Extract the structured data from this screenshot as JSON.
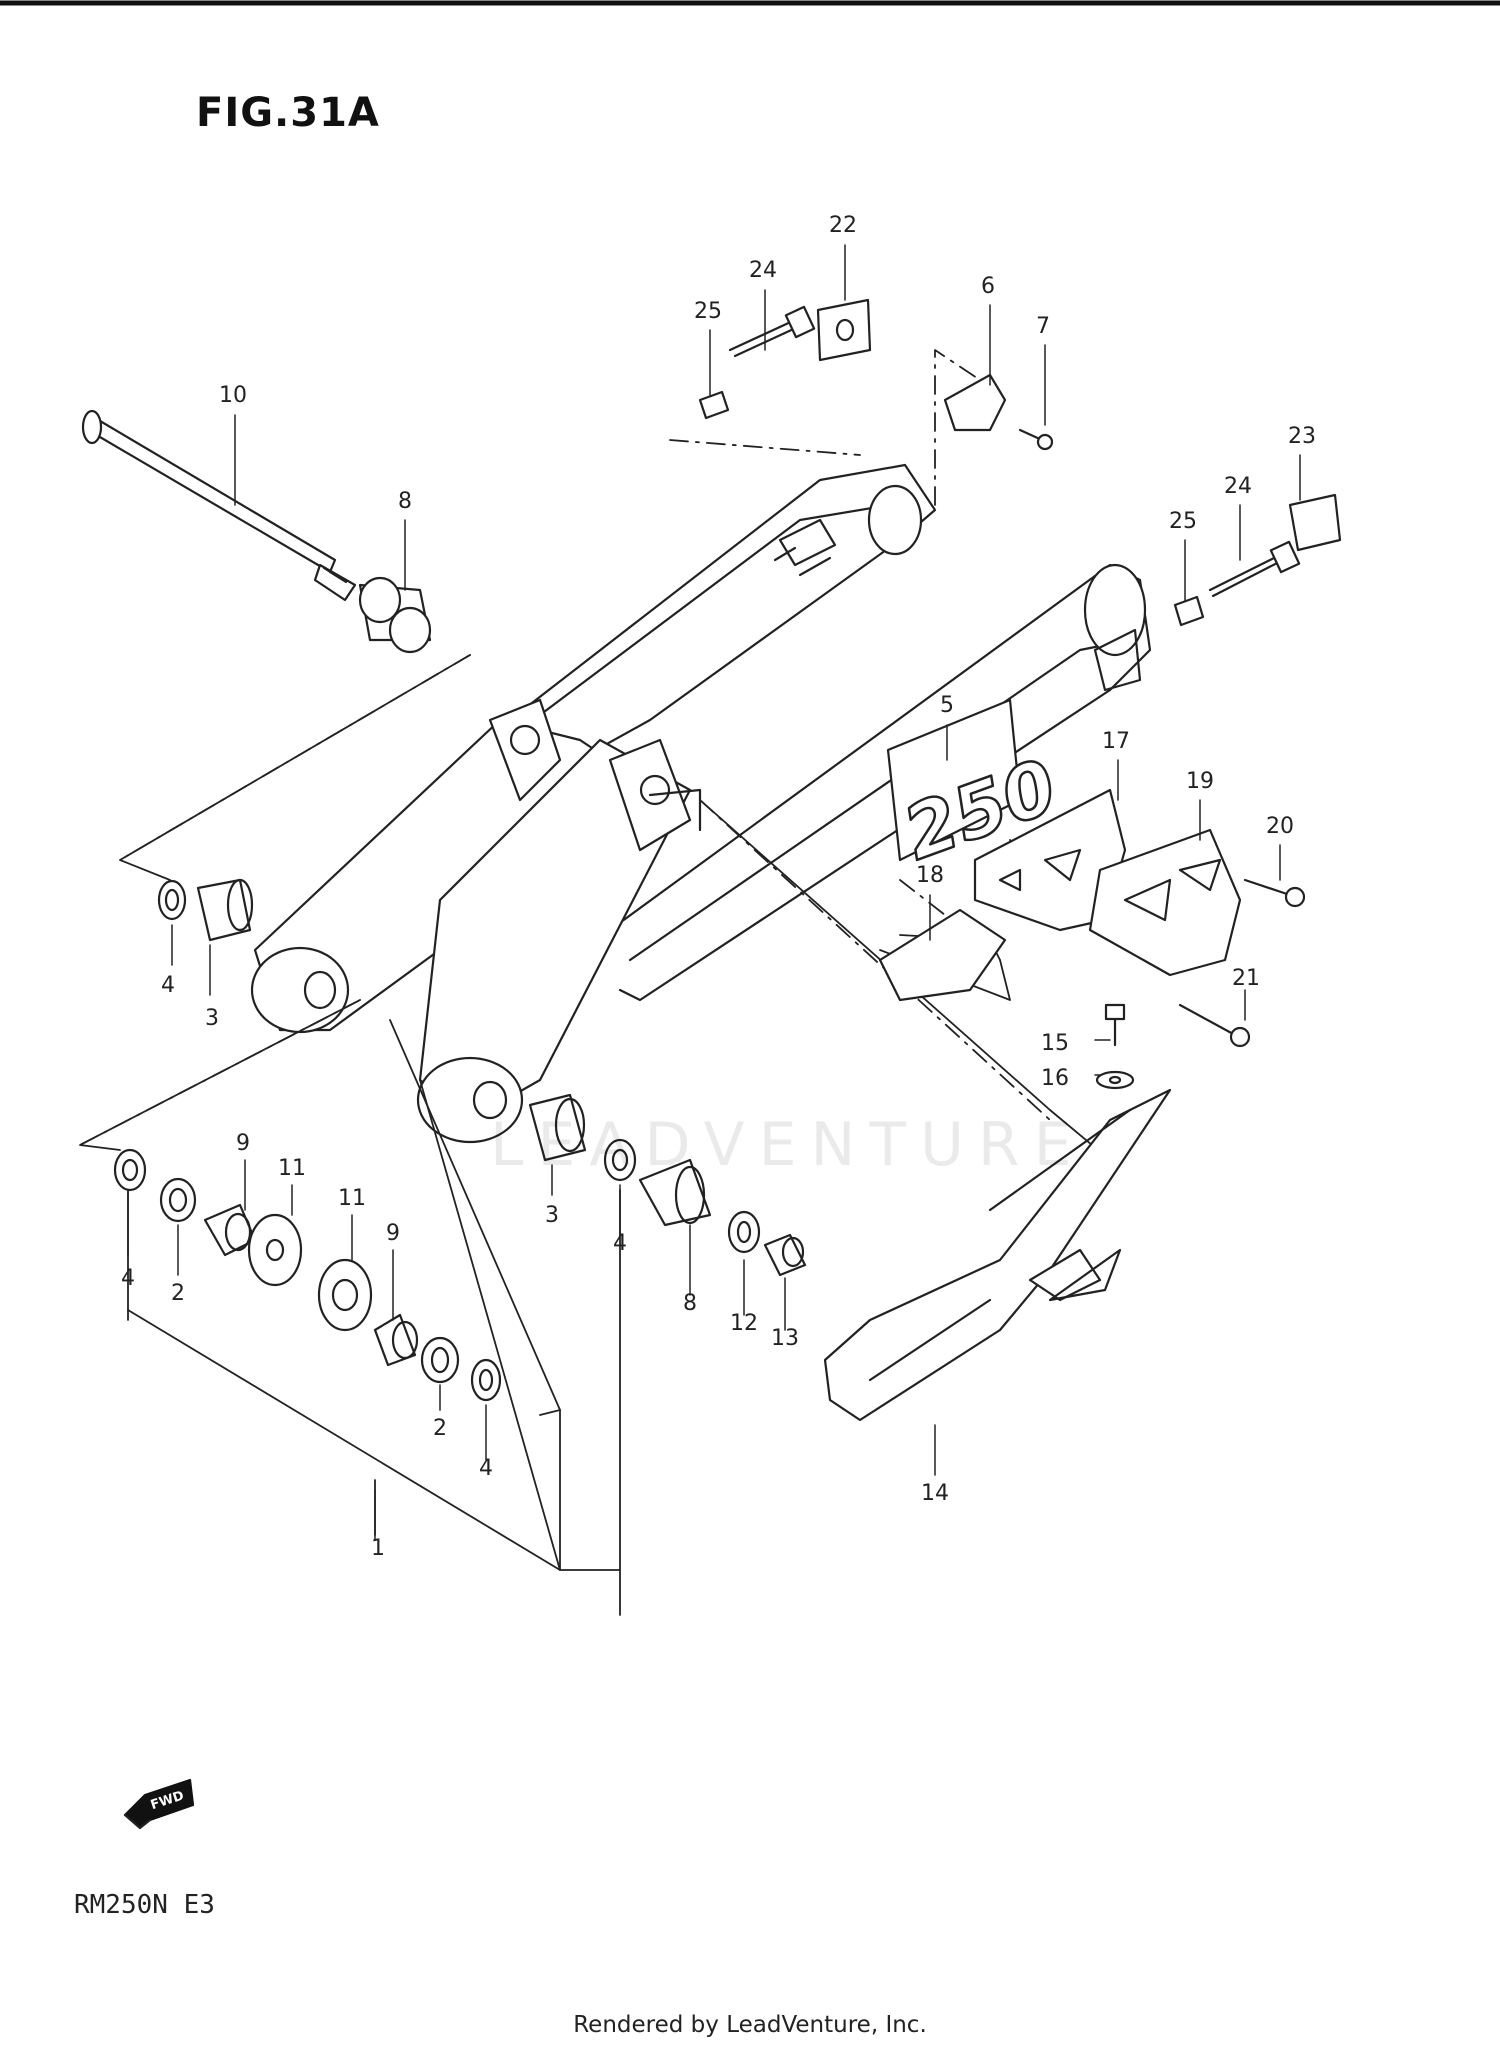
{
  "figure": {
    "title": "FIG.31A",
    "model": "RM250N  E3",
    "footer": "Rendered by LeadVenture, Inc.",
    "watermark": "LEADVENTURE",
    "fwd_label": "FWD",
    "decal_text": "250"
  },
  "callouts": [
    {
      "id": "c22",
      "label": "22"
    },
    {
      "id": "c24a",
      "label": "24"
    },
    {
      "id": "c25a",
      "label": "25"
    },
    {
      "id": "c6",
      "label": "6"
    },
    {
      "id": "c7",
      "label": "7"
    },
    {
      "id": "c10",
      "label": "10"
    },
    {
      "id": "c8a",
      "label": "8"
    },
    {
      "id": "c23",
      "label": "23"
    },
    {
      "id": "c24b",
      "label": "24"
    },
    {
      "id": "c25b",
      "label": "25"
    },
    {
      "id": "c5",
      "label": "5"
    },
    {
      "id": "c17",
      "label": "17"
    },
    {
      "id": "c19",
      "label": "19"
    },
    {
      "id": "c20",
      "label": "20"
    },
    {
      "id": "c18",
      "label": "18"
    },
    {
      "id": "c4a",
      "label": "4"
    },
    {
      "id": "c3a",
      "label": "3"
    },
    {
      "id": "c21",
      "label": "21"
    },
    {
      "id": "c15",
      "label": "15"
    },
    {
      "id": "c16",
      "label": "16"
    },
    {
      "id": "c9a",
      "label": "9"
    },
    {
      "id": "c11a",
      "label": "11"
    },
    {
      "id": "c11b",
      "label": "11"
    },
    {
      "id": "c9b",
      "label": "9"
    },
    {
      "id": "c3b",
      "label": "3"
    },
    {
      "id": "c4b",
      "label": "4"
    },
    {
      "id": "c4c",
      "label": "4"
    },
    {
      "id": "c2a",
      "label": "2"
    },
    {
      "id": "c8b",
      "label": "8"
    },
    {
      "id": "c12",
      "label": "12"
    },
    {
      "id": "c13",
      "label": "13"
    },
    {
      "id": "c2b",
      "label": "2"
    },
    {
      "id": "c4d",
      "label": "4"
    },
    {
      "id": "c14",
      "label": "14"
    },
    {
      "id": "c1",
      "label": "1"
    }
  ],
  "colors": {
    "line": "#222222",
    "background": "#ffffff"
  }
}
